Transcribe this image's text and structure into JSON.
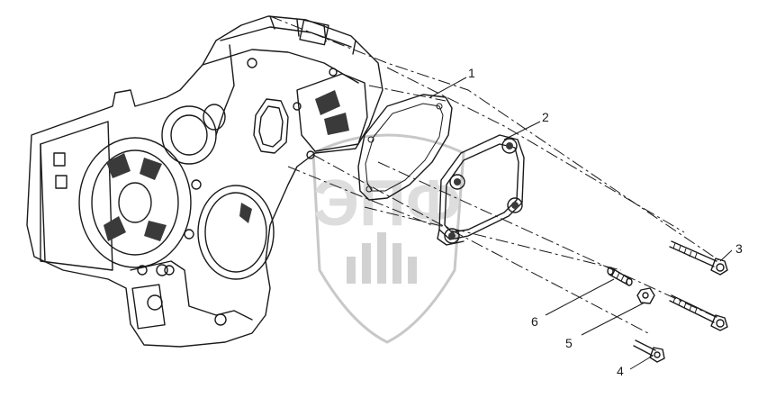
{
  "callouts": [
    {
      "id": "callout-1",
      "text": "1"
    },
    {
      "id": "callout-2",
      "text": "2"
    },
    {
      "id": "callout-3",
      "text": "3"
    },
    {
      "id": "callout-4",
      "text": "4"
    },
    {
      "id": "callout-5",
      "text": "5"
    },
    {
      "id": "callout-6",
      "text": "6"
    }
  ],
  "watermark": {
    "text": "ЭПФ"
  },
  "colors": {
    "line": "#1a1a1a",
    "watermark": "#c8c8c8",
    "background": "#ffffff"
  }
}
